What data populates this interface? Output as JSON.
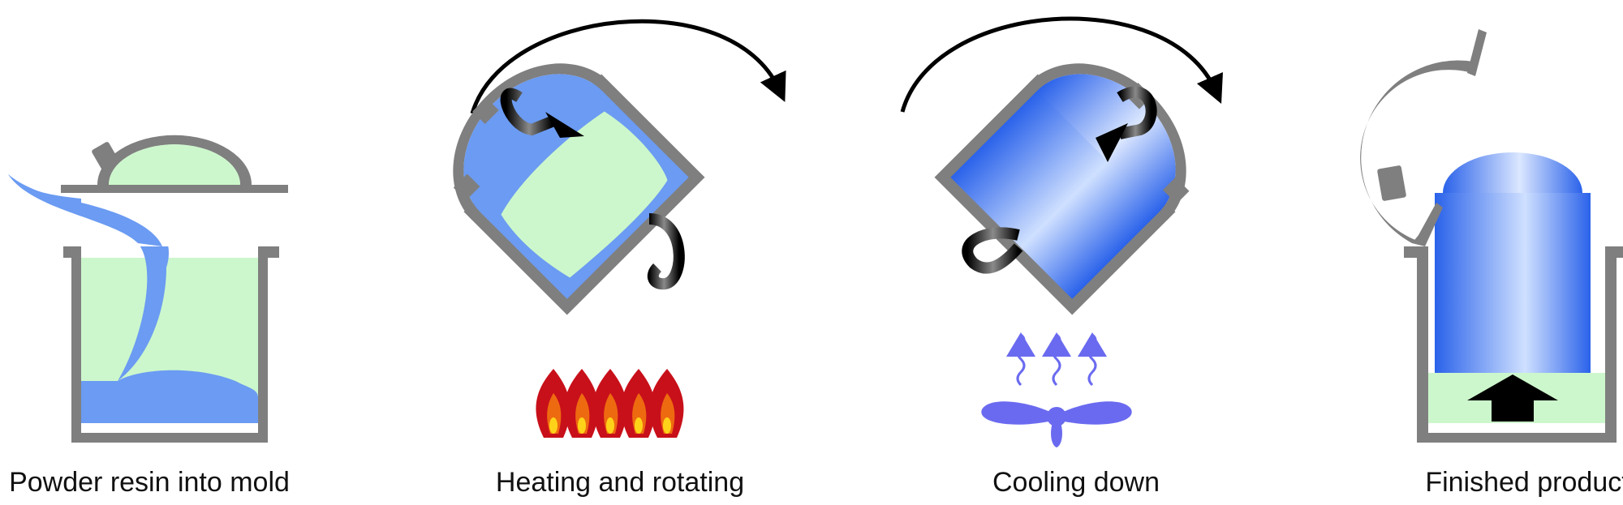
{
  "steps": [
    {
      "label": "Powder resin into mold"
    },
    {
      "label": "Heating and rotating"
    },
    {
      "label": "Cooling down"
    },
    {
      "label": "Finished product"
    }
  ],
  "colors": {
    "mold_gray": "#7f7f7f",
    "resin_green": "#ccf7cc",
    "powder_blue": "#6b9bf2",
    "product_blue": "#2f6bea",
    "flame_red": "#c8101a",
    "flame_orange": "#ee6a10",
    "flame_yellow": "#ffd21a",
    "cooling_purple": "#6a6af0",
    "arrow_black": "#000000"
  },
  "icons": [
    "rotation-arrow-icon",
    "flame-icon",
    "fan-icon",
    "heat-wave-icon",
    "push-up-arrow-icon"
  ]
}
